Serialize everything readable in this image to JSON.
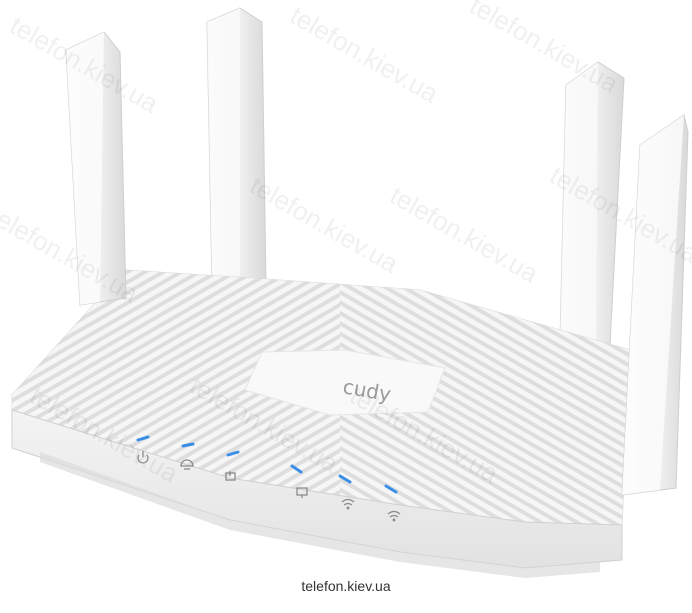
{
  "product": {
    "brand_logo_text": "cudy",
    "description": "White dual-band router with four external antennas and a diagonal-stripe top pattern"
  },
  "indicators": [
    {
      "icon": "power-icon",
      "led_color": "#3a8ee6"
    },
    {
      "icon": "internet-icon",
      "led_color": "#3a8ee6"
    },
    {
      "icon": "wan-icon",
      "led_color": "#3a8ee6"
    },
    {
      "icon": "lan-icon",
      "led_color": "#3a8ee6"
    },
    {
      "icon": "wifi-24-icon",
      "led_color": "#3a8ee6"
    },
    {
      "icon": "wifi-5-icon",
      "led_color": "#3a8ee6"
    }
  ],
  "watermark": {
    "text": "telefon.kiev.ua"
  },
  "caption": {
    "text": "telefon.kiev.ua"
  },
  "colors": {
    "body": "#f2f2f2",
    "body_shadow": "#d6d6d6",
    "stripes": "#dcdcdc",
    "led": "#3a8ee6"
  }
}
